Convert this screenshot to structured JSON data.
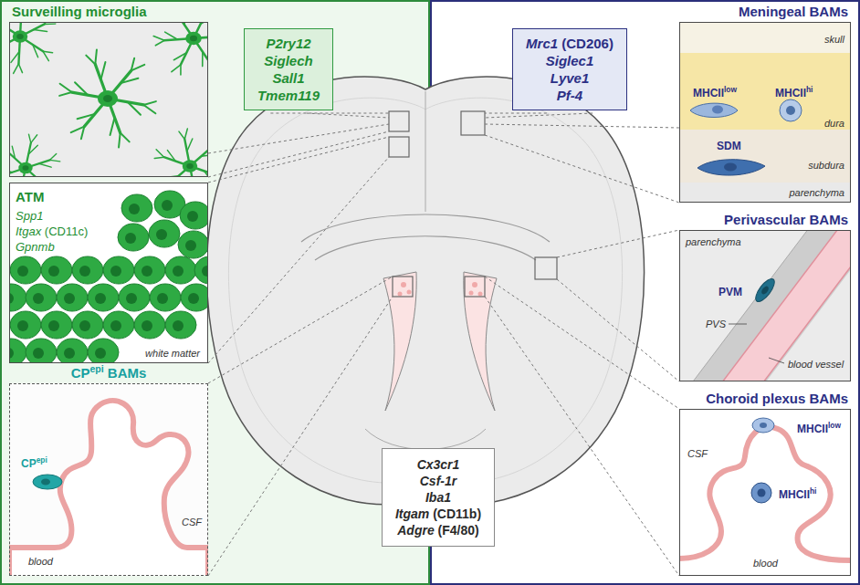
{
  "diagram": {
    "nodes": [
      {
        "text": [
          "Surveilling microglia"
        ]
      },
      {
        "text": [
          "P2ry12",
          "Siglech",
          "Sall1",
          "Tmem119"
        ]
      },
      {
        "text": [
          "Mrc1 (CD206)",
          "Siglec1",
          "Lyve1",
          "Pf-4"
        ]
      },
      {
        "text": [
          "Meningeal BAMs",
          "skull",
          "MHCIIlow",
          "MHCIIhi",
          "dura",
          "SDM",
          "subdura",
          "parenchyma"
        ]
      },
      {
        "text": [
          "ATM",
          "Spp1",
          "Itgax (CD11c)",
          "Gpnmb",
          "white matter"
        ]
      },
      {
        "text": [
          "Perivascular BAMs",
          "parenchyma",
          "PVM",
          "PVS",
          "blood vessel"
        ]
      },
      {
        "text": [
          "CPepi BAMs",
          "CPepi",
          "CSF",
          "blood"
        ]
      },
      {
        "text": [
          "Cx3cr1",
          "Csf-1r",
          "Iba1",
          "Itgam (CD11b)",
          "Adgre (F4/80)"
        ]
      },
      {
        "text": [
          "Choroid plexus BAMs",
          "MHCIIlow",
          "MHCIIhi",
          "CSF",
          "blood"
        ]
      }
    ]
  }
}
